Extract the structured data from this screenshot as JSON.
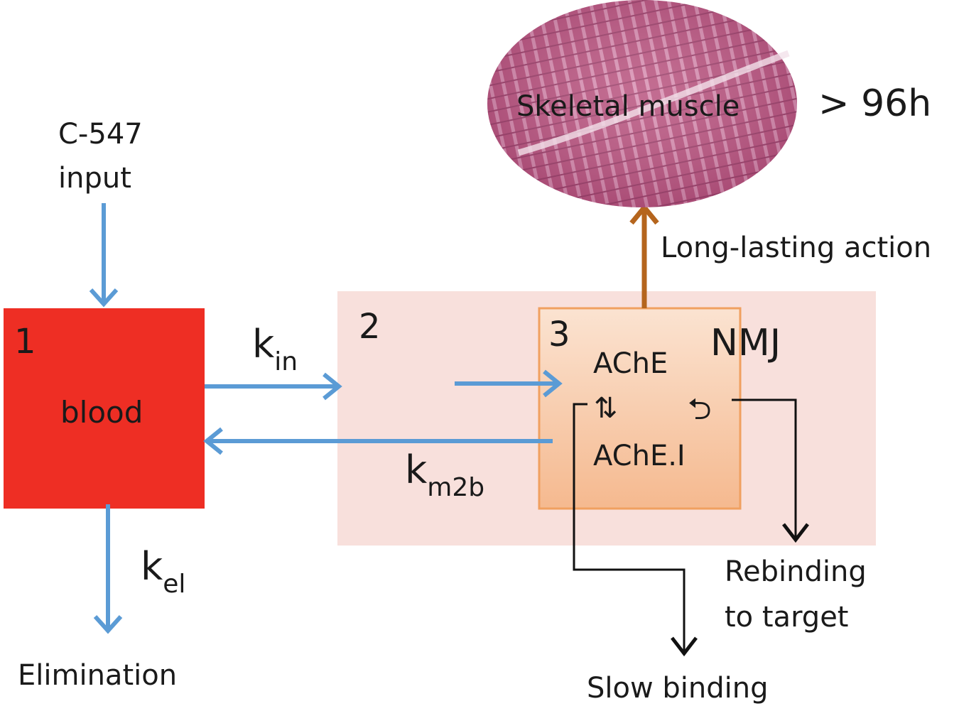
{
  "input": {
    "line1": "C-547",
    "line2": "input"
  },
  "blood": {
    "number": "1",
    "label": "blood"
  },
  "compartment2": {
    "number": "2"
  },
  "compartment3": {
    "number": "3",
    "region": "NMJ",
    "enzyme": "AChE",
    "complex": "AChE.I",
    "equilibrium_symbol": "⇅",
    "rebind_symbol": "⮌"
  },
  "muscle": {
    "label": "Skeletal muscle",
    "duration": "> 96h"
  },
  "rates": {
    "kin": {
      "base": "k",
      "sub": "in"
    },
    "km2b": {
      "base": "k",
      "sub": "m2b"
    },
    "kel": {
      "base": "k",
      "sub": "el"
    }
  },
  "labels": {
    "long_lasting": "Long-lasting action",
    "elimination": "Elimination",
    "rebinding_line1": "Rebinding",
    "rebinding_line2": "to target",
    "slow_binding": "Slow binding"
  },
  "colors": {
    "blood": "#ee2e24",
    "compartment2": "#f8e0dc",
    "compartment3": "#f8c7a3",
    "compartment3_border": "#f0a060",
    "flow_arrow": "#5b9bd5",
    "action_arrow": "#b5651d",
    "outcome_arrow": "#111111",
    "muscle": "#b24a7e"
  }
}
